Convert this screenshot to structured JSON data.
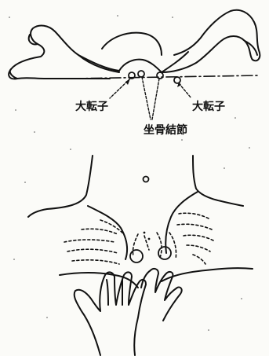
{
  "labels": {
    "greater_trochanter_left": "大転子",
    "greater_trochanter_right": "大転子",
    "ischial_tuberosity": "坐骨結節"
  }
}
